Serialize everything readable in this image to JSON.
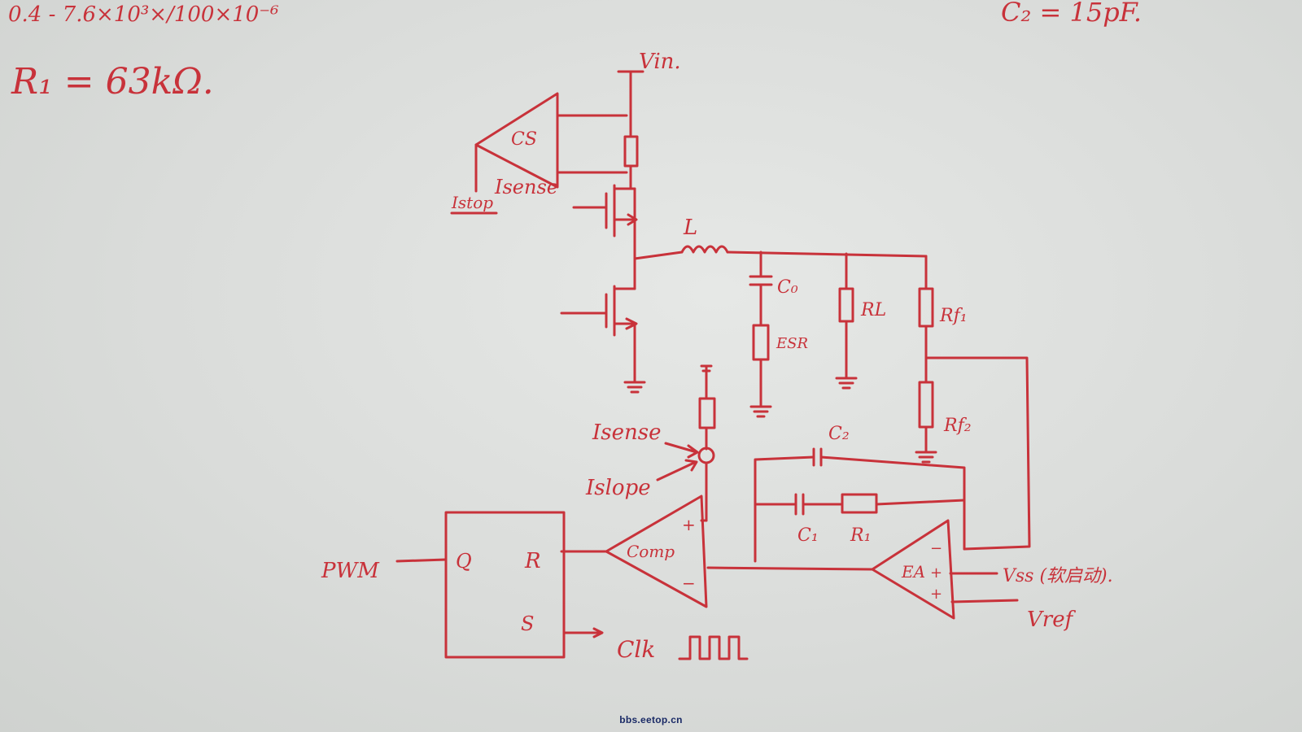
{
  "notes": {
    "top_left_formula": "0.4 - 7.6×10³×/100×10⁻⁶",
    "r1_value": "R₁ = 63kΩ.",
    "c2_value": "C₂ = 15pF."
  },
  "labels": {
    "vin": "Vin.",
    "cs_amp": "CS",
    "isense_top": "Isense",
    "istop": "Istop",
    "inductor": "L",
    "c0": "C₀",
    "esr": "ESR",
    "rl": "RL",
    "rf1": "Rf₁",
    "rf2": "Rf₂",
    "c2": "C₂",
    "c1": "C₁",
    "r1": "R₁",
    "isense_in": "Isense",
    "islope_in": "Islope",
    "comp": "Comp",
    "plus": "+",
    "minus": "−",
    "latch_q": "Q",
    "latch_r": "R",
    "latch_s": "S",
    "pwm": "PWM",
    "clk": "Clk",
    "ea": "EA",
    "ea_minus": "−",
    "ea_plus1": "+",
    "ea_plus2": "+",
    "vss": "Vss (软启动).",
    "vref": "Vref"
  },
  "watermark": "bbs.eetop.cn",
  "colors": {
    "ink": "#c8323a",
    "paper": "#dadcda",
    "watermark": "#1a2a66"
  }
}
